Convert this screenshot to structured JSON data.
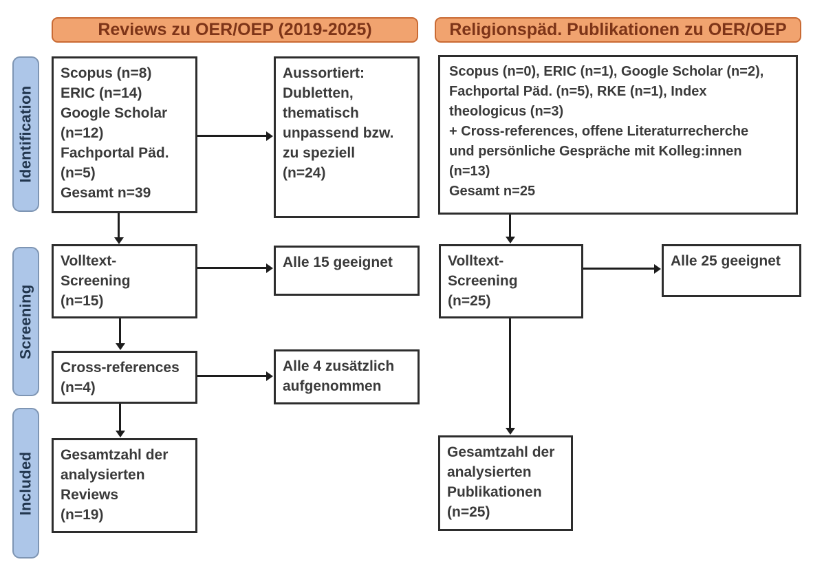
{
  "headers": [
    {
      "label": "Reviews zu OER/OEP (2019-2025)"
    },
    {
      "label": "Religionspäd. Publikationen zu OER/OEP"
    }
  ],
  "stages": [
    {
      "label": "Identification"
    },
    {
      "label": "Screening"
    },
    {
      "label": "Included"
    }
  ],
  "left_flow": {
    "identification_box": "Scopus (n=8)\nERIC (n=14)\nGoogle Scholar\n(n=12)\nFachportal Päd.\n(n=5)\nGesamt n=39",
    "excluded_box": "Aussortiert:\nDubletten,\nthematisch\nunpassend bzw.\nzu speziell\n(n=24)",
    "screening_box": "Volltext-\nScreening\n(n=15)",
    "screening_result_box": "Alle 15 geeignet",
    "crossref_box": "Cross-references\n(n=4)",
    "crossref_result_box": "Alle 4 zusätzlich\naufgenommen",
    "included_box": "Gesamtzahl der\nanalysierten\nReviews\n(n=19)"
  },
  "right_flow": {
    "identification_box": "Scopus (n=0), ERIC (n=1), Google Scholar (n=2),\nFachportal Päd. (n=5), RKE (n=1), Index\ntheologicus (n=3)\n+ Cross-references, offene Literaturrecherche\nund persönliche Gespräche mit Kolleg:innen\n(n=13)\nGesamt n=25",
    "screening_box": "Volltext-\nScreening\n(n=25)",
    "screening_result_box": "Alle 25 geeignet",
    "included_box": "Gesamtzahl der\nanalysierten\nPublikationen\n(n=25)"
  },
  "colors": {
    "header_fill": "#f1a36f",
    "header_border": "#c96a33",
    "header_text": "#7d3418",
    "stage_fill": "#adc6e8",
    "stage_border": "#7e95b3",
    "stage_text": "#22364e",
    "box_border": "#2d2d2d",
    "box_text": "#3a3a3a",
    "arrow": "#1d1d1d",
    "bg": "#ffffff"
  }
}
